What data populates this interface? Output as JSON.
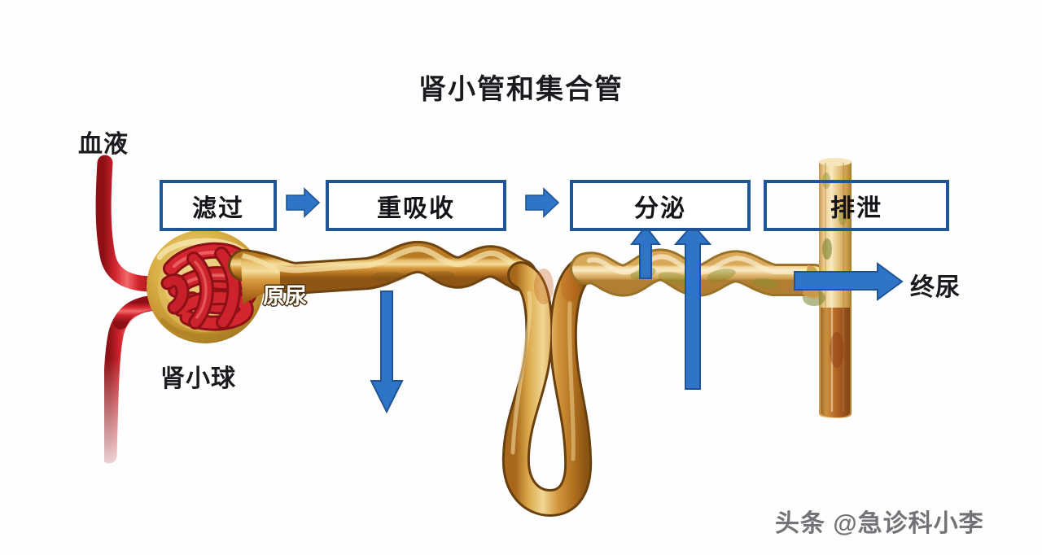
{
  "page": {
    "title": "肾小管和集合管",
    "background_color": "#ffffff"
  },
  "colors": {
    "box_border": "#1f5596",
    "arrow_blue": "#2e75c8",
    "arrow_blue_dark": "#1f5596",
    "vessel_red": "#c7202a",
    "tubule_gold": "#d49a3a",
    "tubule_light": "#e8c584",
    "text_dark": "#1b1b1f"
  },
  "labels": {
    "blood": "血液",
    "glomerulus": "肾小球",
    "primary_urine": "原尿",
    "final_urine": "终尿"
  },
  "process_boxes": [
    {
      "label": "滤过"
    },
    {
      "label": "重吸收"
    },
    {
      "label": "分泌"
    },
    {
      "label": "排泄"
    }
  ],
  "flow_arrows": [
    {
      "name": "box-connector-1",
      "direction": "right",
      "between": [
        "滤过",
        "重吸收"
      ]
    },
    {
      "name": "box-connector-2",
      "direction": "right",
      "between": [
        "重吸收",
        "分泌"
      ]
    },
    {
      "name": "reabsorption-arrow",
      "direction": "down",
      "process": "重吸收"
    },
    {
      "name": "secretion-arrow-short",
      "direction": "up",
      "process": "分泌"
    },
    {
      "name": "secretion-arrow-tall",
      "direction": "up",
      "process": "分泌"
    },
    {
      "name": "excretion-arrow",
      "direction": "right",
      "process": "排泄",
      "target": "终尿"
    }
  ],
  "anatomy": [
    {
      "name": "afferent-arteriole",
      "color": "#c7202a",
      "label": "血液"
    },
    {
      "name": "efferent-arteriole",
      "color": "#c7202a"
    },
    {
      "name": "bowmans-capsule",
      "color": "#d8a93c"
    },
    {
      "name": "glomerular-capillaries",
      "color": "#c7202a",
      "label": "肾小球"
    },
    {
      "name": "proximal-convoluted-tubule",
      "color": "#c98a33"
    },
    {
      "name": "loop-of-henle",
      "color": "#cf9a3d"
    },
    {
      "name": "distal-convoluted-tubule",
      "color": "#e6c083"
    },
    {
      "name": "collecting-duct",
      "color": "#e3bb7d"
    }
  ],
  "watermark": {
    "text": "头条 @急诊科小李"
  }
}
